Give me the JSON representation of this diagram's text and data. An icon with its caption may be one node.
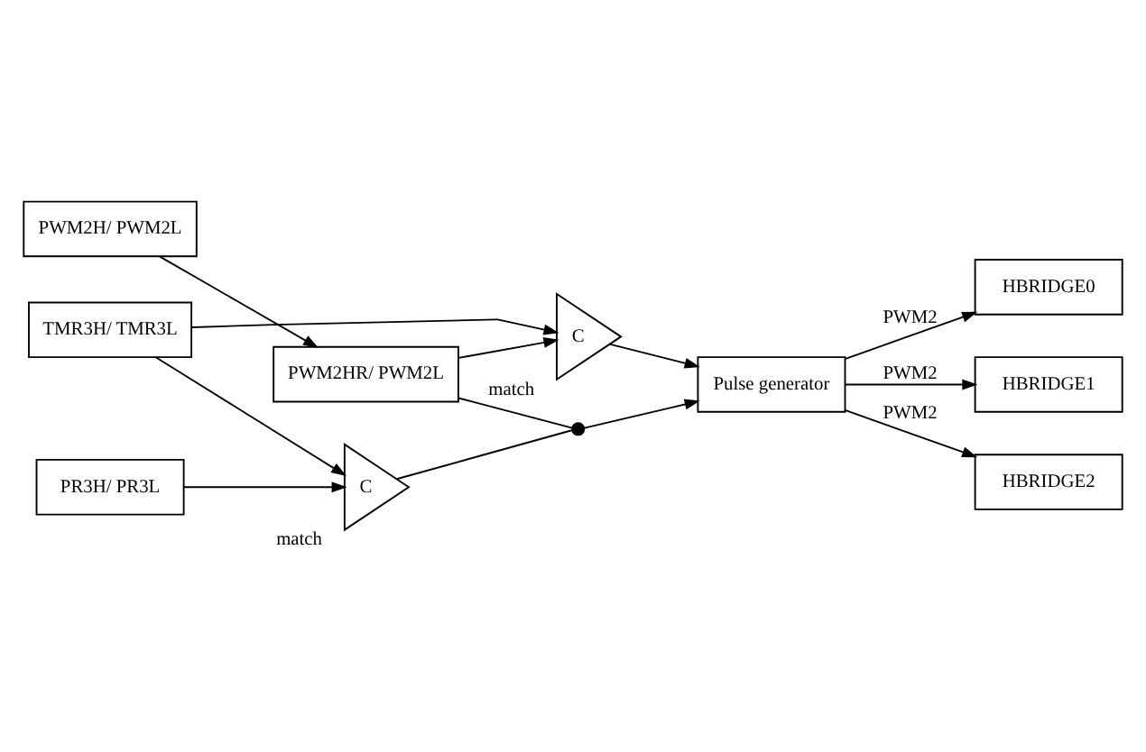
{
  "diagram": {
    "nodes": [
      {
        "text": [
          "PWM2H/ PWM2L"
        ]
      },
      {
        "text": [
          "PWM2HR/ PWM2L"
        ]
      },
      {
        "text": [
          "C"
        ],
        "beside": [
          "match"
        ]
      },
      {
        "text": [
          "TMR3H/ TMR3L"
        ]
      },
      {
        "text": [
          "C"
        ],
        "beside": [
          "match"
        ]
      },
      {
        "text": [
          "PR3H/ PR3L"
        ]
      },
      {
        "text": [],
        "shape": "circle"
      },
      {
        "text": [
          "Pulse generator"
        ]
      },
      {
        "text": [
          "HBRIDGE0"
        ]
      },
      {
        "text": [
          "HBRIDGE1"
        ]
      },
      {
        "text": [
          "HBRIDGE2"
        ]
      }
    ],
    "edges": [
      {
        "from": 0,
        "to": 1,
        "arrow": "to"
      },
      {
        "from": 1,
        "to": 2,
        "arrow": "to"
      },
      {
        "from": 3,
        "to": 2,
        "arrow": "to"
      },
      {
        "from": 3,
        "to": 4,
        "arrow": "to"
      },
      {
        "from": 5,
        "to": 4,
        "arrow": "to"
      },
      {
        "from": 2,
        "to": 7,
        "arrow": "to"
      },
      {
        "from": 1,
        "to": 6,
        "arrow": "none"
      },
      {
        "from": 4,
        "to": 6,
        "arrow": "none"
      },
      {
        "from": 6,
        "to": 7,
        "arrow": "to"
      },
      {
        "from": 7,
        "to": 8,
        "arrow": "to",
        "label": "PWM2"
      },
      {
        "from": 7,
        "to": 9,
        "arrow": "to",
        "label": "PWM2"
      },
      {
        "from": 7,
        "to": 10,
        "arrow": "to",
        "label": "PWM2"
      }
    ]
  }
}
